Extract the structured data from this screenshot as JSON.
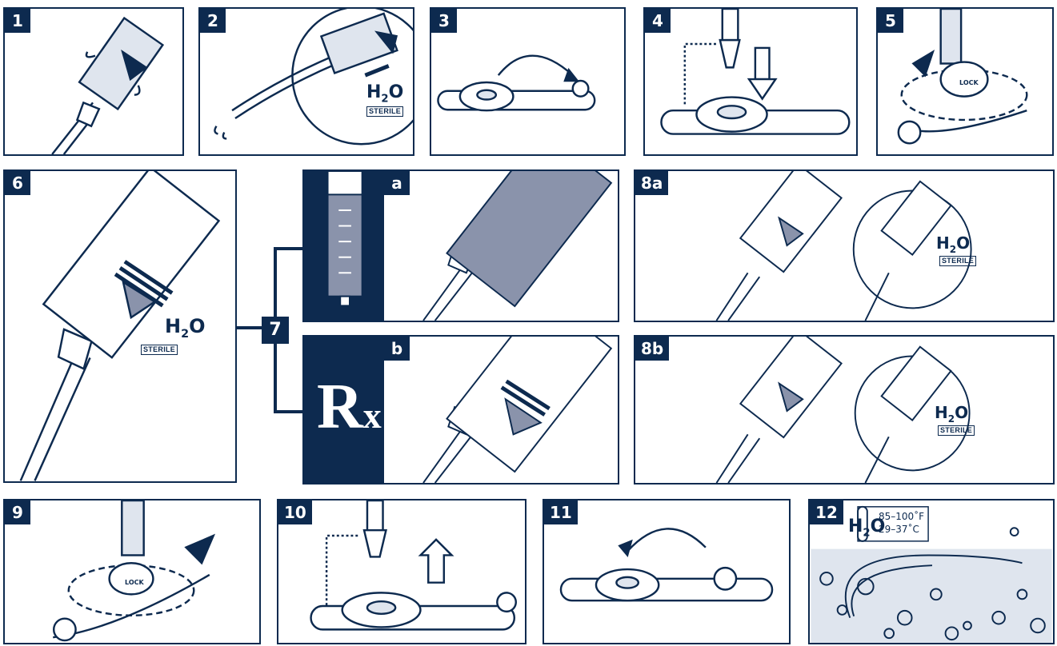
{
  "steps": {
    "s1": "1",
    "s2": "2",
    "s3": "3",
    "s4": "4",
    "s5": "5",
    "s6": "6",
    "s7": "7",
    "s7a": "a",
    "s7b": "b",
    "s8a": "8a",
    "s8b": "8b",
    "s9": "9",
    "s10": "10",
    "s11": "11",
    "s12": "12"
  },
  "labels": {
    "water": "H",
    "water_sub": "2",
    "water_o": "O",
    "sterile": "STERILE",
    "lock": "LOCK",
    "rx": "R",
    "rx_sub": "x",
    "temp_f": "85–100˚F",
    "temp_c": "29–37˚C"
  },
  "colors": {
    "navy": "#0d2a4f",
    "fill_gray": "#8a93ab",
    "light": "#dfe5ee"
  }
}
